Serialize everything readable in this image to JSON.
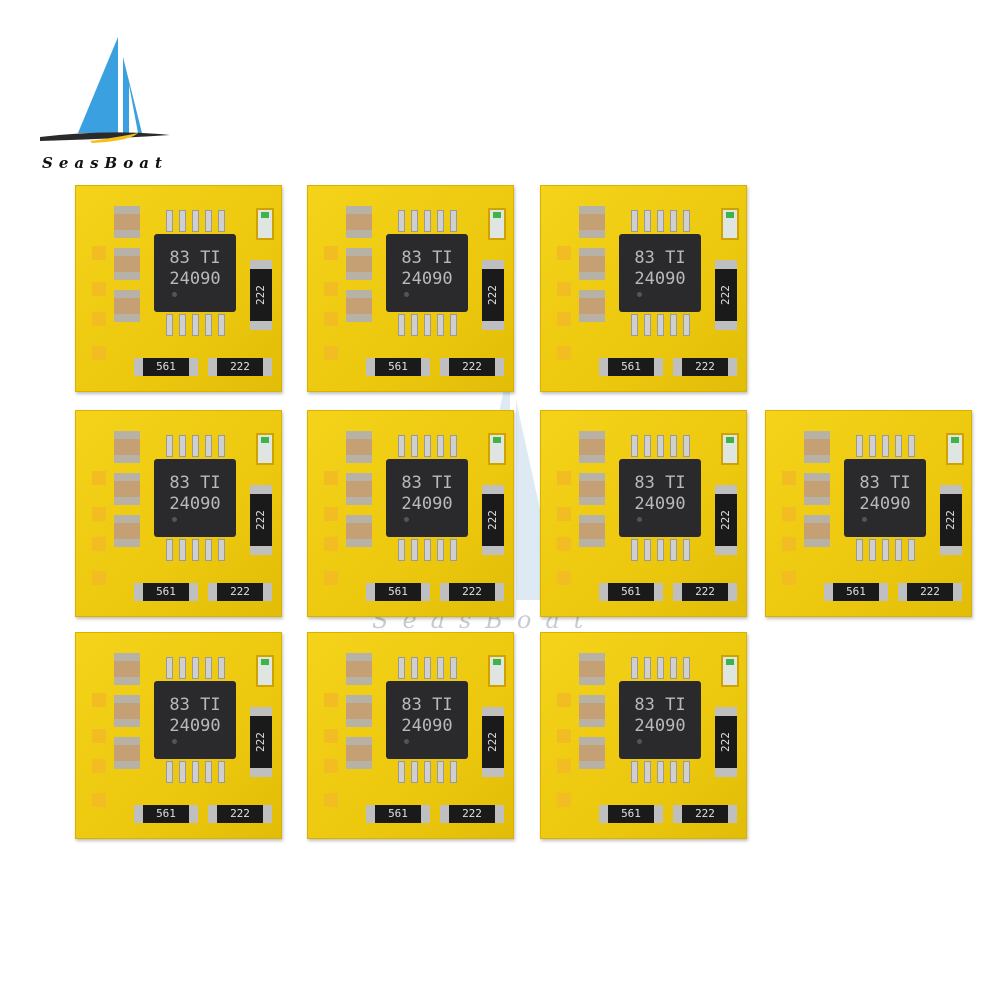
{
  "logo": {
    "name": "SeasBoat"
  },
  "watermark": {
    "text": "SeasBoat"
  },
  "board": {
    "chip_line1": "83 TI",
    "chip_line2": "24090",
    "resistor_side": "222",
    "resistor_bottom_left": "561",
    "resistor_bottom_right": "222"
  },
  "board_count": 10,
  "colors": {
    "pcb": "#ecc80e",
    "chip": "#2a2a2c",
    "logo_sail": "#3aa0e0",
    "logo_base": "#f4c020"
  }
}
